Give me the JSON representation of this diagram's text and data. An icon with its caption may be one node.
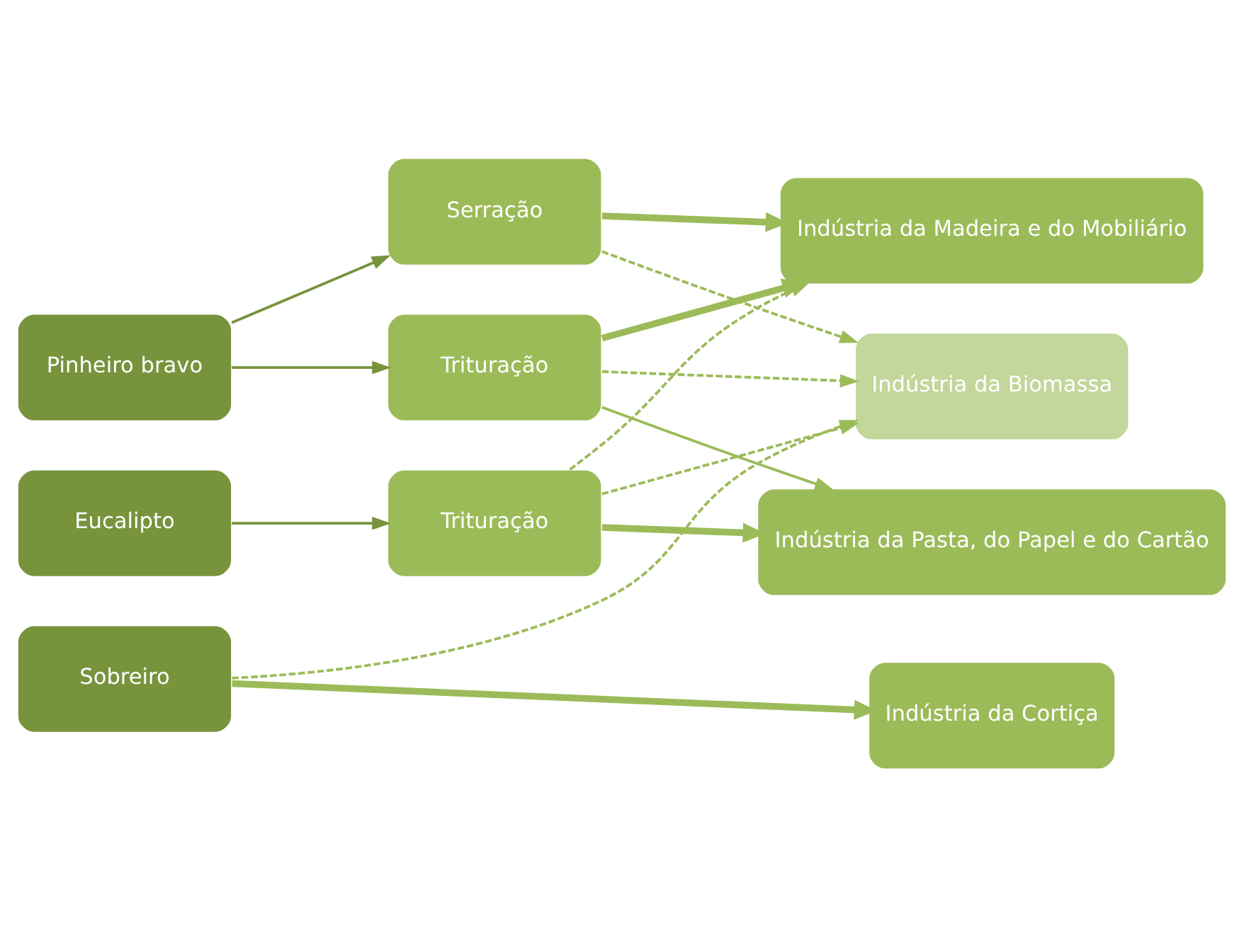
{
  "diagram": {
    "nodes": [
      {
        "text": [
          "Pinheiro bravo"
        ]
      },
      {
        "text": [
          "Serração"
        ]
      },
      {
        "text": [
          "Trituração"
        ]
      },
      {
        "text": [
          "Eucalipto"
        ]
      },
      {
        "text": [
          "Trituração"
        ]
      },
      {
        "text": [
          "Sobreiro"
        ]
      },
      {
        "text": [
          "Indústria da Madeira e do Mobiliário"
        ]
      },
      {
        "text": [
          "Indústria da Biomassa"
        ]
      },
      {
        "text": [
          "Indústria da Pasta, do Papel e do Cartão"
        ]
      },
      {
        "text": [
          "Indústria da Cortiça"
        ]
      }
    ],
    "edges": [
      {
        "from": 0,
        "to": 1,
        "arrow": "to",
        "color": "#77933c"
      },
      {
        "from": 0,
        "to": 2,
        "arrow": "to",
        "color": "#77933c"
      },
      {
        "from": 1,
        "to": 6,
        "arrow": "to",
        "style": "thick"
      },
      {
        "from": 1,
        "to": 7,
        "arrow": "to",
        "style": "dashed"
      },
      {
        "from": 2,
        "to": 6,
        "arrow": "to",
        "style": "thick"
      },
      {
        "from": 2,
        "to": 7,
        "arrow": "to",
        "style": "dashed"
      },
      {
        "from": 2,
        "to": 8,
        "arrow": "to"
      },
      {
        "from": 3,
        "to": 4,
        "arrow": "to",
        "color": "#77933c"
      },
      {
        "from": 4,
        "to": 8,
        "arrow": "to",
        "style": "thick"
      },
      {
        "from": 4,
        "to": 6,
        "arrow": "to",
        "style": "dashed"
      },
      {
        "from": 4,
        "to": 7,
        "arrow": "to",
        "style": "dashed"
      },
      {
        "from": 5,
        "to": 9,
        "arrow": "to",
        "style": "thick"
      },
      {
        "from": 5,
        "to": 7,
        "arrow": "to",
        "style": "dashed"
      }
    ]
  }
}
